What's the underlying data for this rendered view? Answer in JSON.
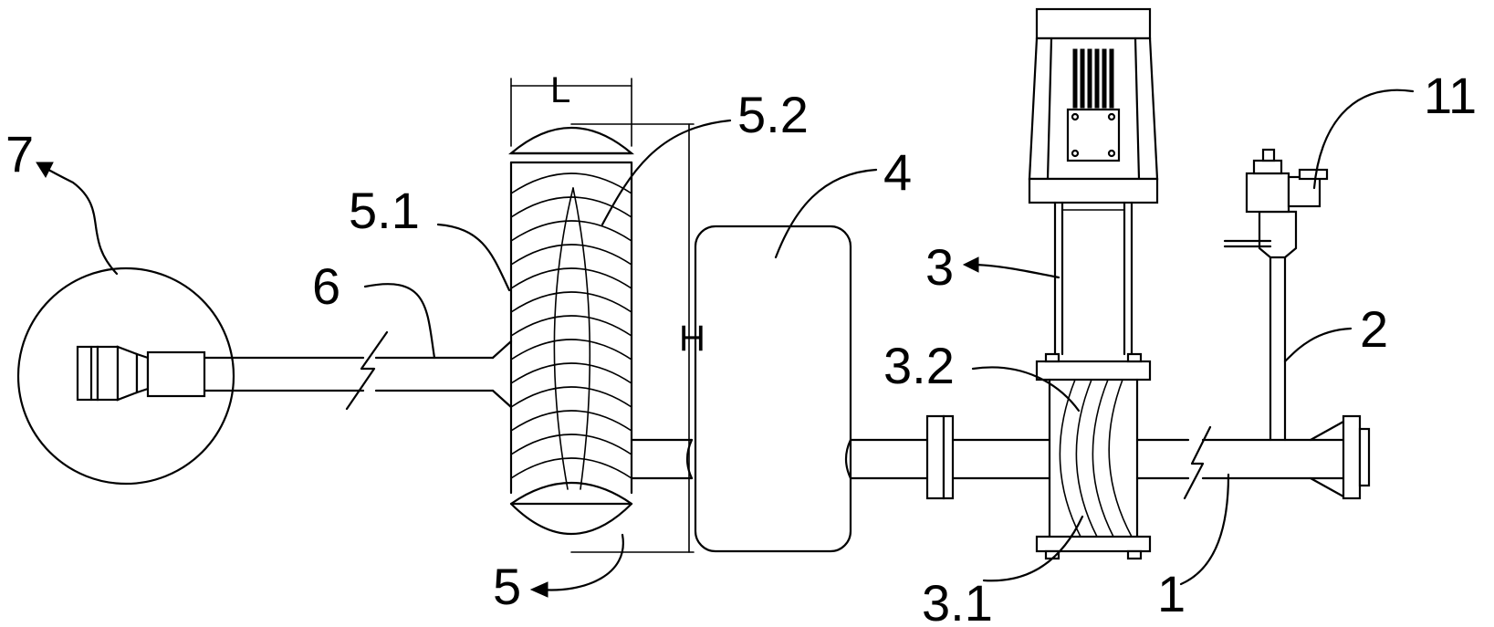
{
  "labels": {
    "l7": "7",
    "l6": "6",
    "l51": "5.1",
    "l52": "5.2",
    "l5": "5",
    "l4": "4",
    "l3": "3",
    "l32": "3.2",
    "l31": "3.1",
    "l2": "2",
    "l1": "1",
    "l11": "11"
  },
  "dimensions": {
    "width": "L",
    "height": "H"
  }
}
